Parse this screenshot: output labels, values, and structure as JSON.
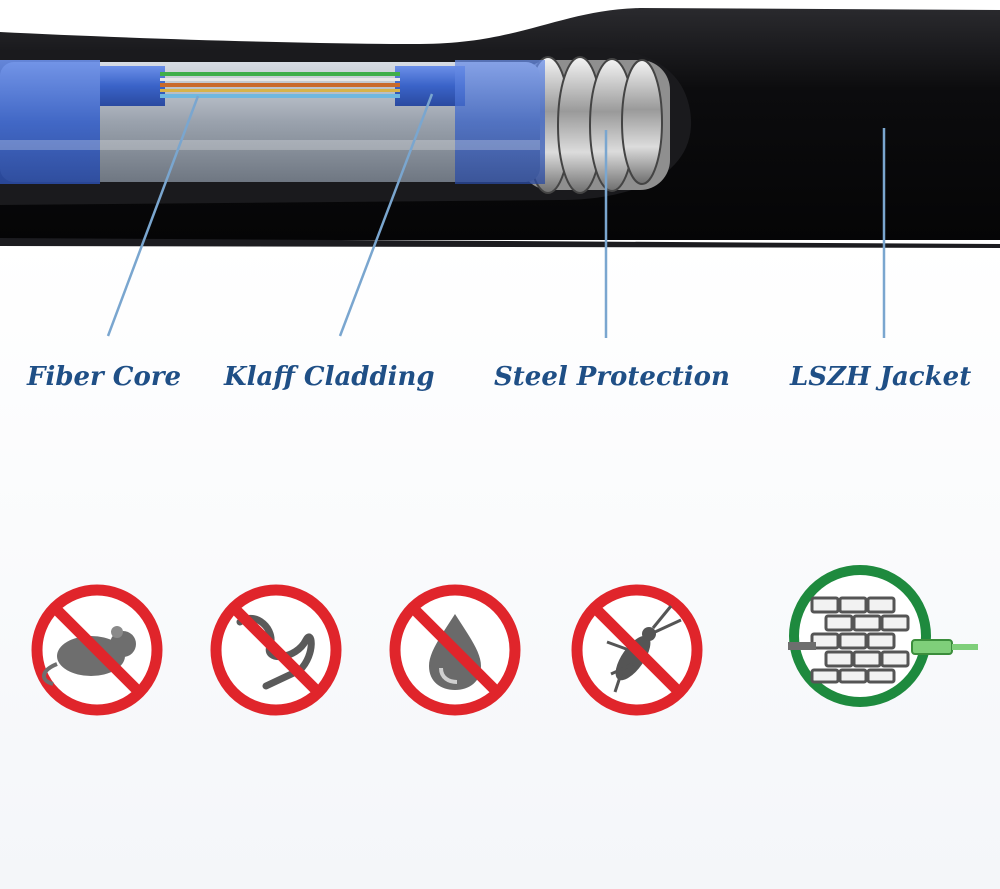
{
  "labels": {
    "fiber_core": "Fiber Core",
    "cladding": "Klaff Cladding",
    "steel": "Steel Protection",
    "jacket": "LSZH Jacket"
  },
  "icons": [
    {
      "name": "no-rodent-icon",
      "kind": "prohibition"
    },
    {
      "name": "no-bend-icon",
      "kind": "prohibition"
    },
    {
      "name": "no-water-icon",
      "kind": "prohibition"
    },
    {
      "name": "no-insect-icon",
      "kind": "prohibition"
    },
    {
      "name": "through-wall-icon",
      "kind": "allowed"
    }
  ],
  "colors": {
    "label": "#1f4f86",
    "leader": "#7aa6cf",
    "prohibit": "#e0252b",
    "allow": "#1e8a3e",
    "jacket": "#0e0e10",
    "buffer": "#3a63c8"
  }
}
